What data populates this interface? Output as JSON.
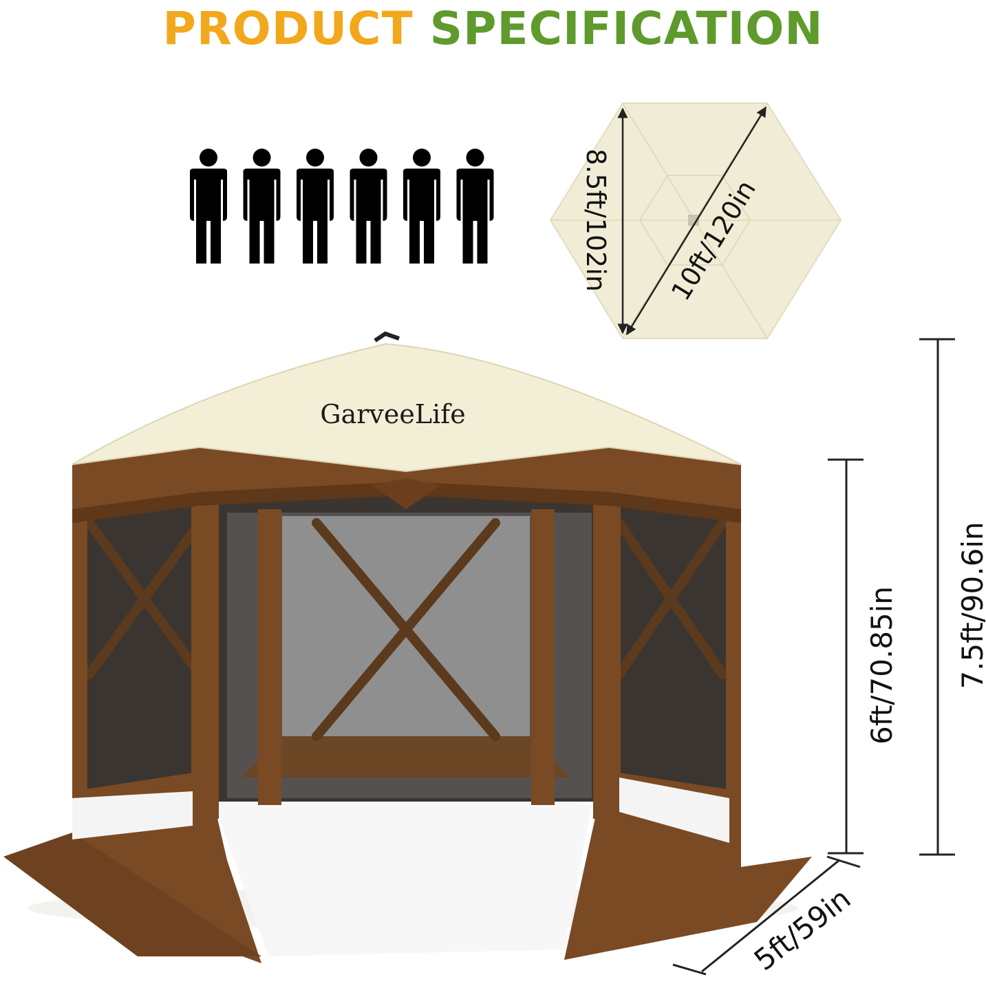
{
  "title": {
    "word1": "PRODUCT",
    "word2": "SPECIFICATION",
    "color1": "#f2a81c",
    "color2": "#5f9a2c"
  },
  "capacity": {
    "people": 6,
    "icon": "person-icon"
  },
  "top_view": {
    "width_label": "8.5ft/102in",
    "diagonal_label": "10ft/120in",
    "fill": "#f1ecd6"
  },
  "tent": {
    "brand": "GarveeLife",
    "roof_color": "#f3efd6",
    "wall_color": "#7a4a24",
    "mesh_color": "#3a3530"
  },
  "dimensions": {
    "panel_height": "6ft/70.85in",
    "total_height": "7.5ft/90.6in",
    "side_width": "5ft/59in"
  }
}
